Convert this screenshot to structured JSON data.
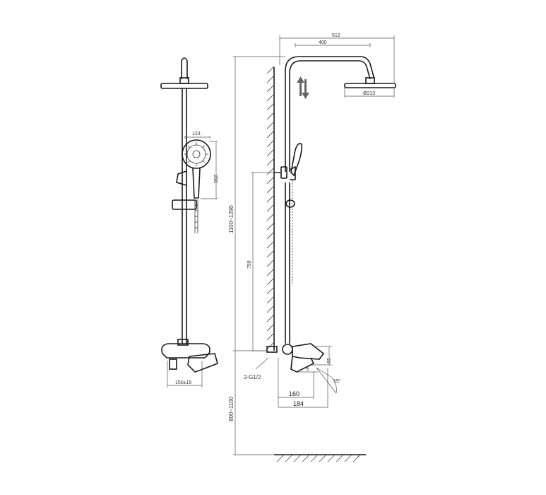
{
  "dimensions": {
    "overall_width": "512",
    "inner_width": "400",
    "head_diameter": "Ø213",
    "handshower_width": "123",
    "handshower_height": "250",
    "bar_length": "759",
    "outlet_depth_a": "160",
    "outlet_depth_b": "184",
    "inlet_spacing": "150±15",
    "inlet_thread": "2-G1/2",
    "upper_height": "1100~1290",
    "lower_height": "800~1100",
    "spout_angle": "15°",
    "spout_height": "33",
    "spout_small": "9"
  },
  "colors": {
    "line": "#1a1a1a",
    "dimension": "#555555",
    "background": "#ffffff"
  }
}
